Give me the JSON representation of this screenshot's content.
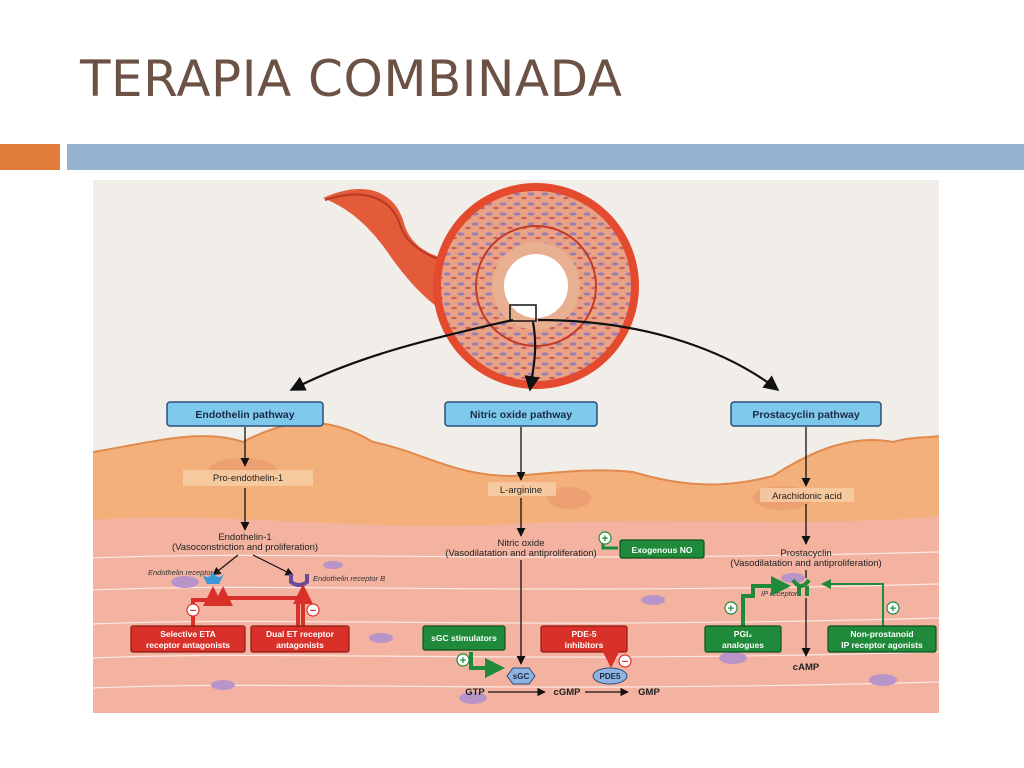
{
  "slide": {
    "title": "TERAPIA COMBINADA"
  },
  "colors": {
    "title": "#6b5245",
    "accent_orange": "#e07b39",
    "accent_blue": "#96b4d0",
    "pathway_box": "#7ec8ec",
    "drug_red": "#d9302a",
    "drug_green": "#1f8a3a"
  },
  "diagram": {
    "pathways": {
      "endothelin": {
        "title": "Endothelin pathway",
        "precursor": "Pro-endothelin-1",
        "mediator_line1": "Endothelin-1",
        "mediator_line2": "(Vasoconstriction and proliferation)",
        "receptor_a": "Endothelin receptor A",
        "receptor_b": "Endothelin receptor B",
        "drug1_line1": "Selective ETA",
        "drug1_line2": "receptor antagonists",
        "drug2_line1": "Dual ET receptor",
        "drug2_line2": "antagonists"
      },
      "nitric_oxide": {
        "title": "Nitric oxide pathway",
        "precursor": "L-arginine",
        "mediator_line1": "Nitric oxide",
        "mediator_line2": "(Vasodilatation and antiproliferation)",
        "exogenous": "Exogenous NO",
        "drug1_line1": "sGC stimulators",
        "drug2_line1": "PDE-5",
        "drug2_line2": "inhibitors",
        "enzyme1": "sGC",
        "enzyme2": "PDE5",
        "gtp": "GTP",
        "cgmp": "cGMP",
        "gmp": "GMP"
      },
      "prostacyclin": {
        "title": "Prostacyclin pathway",
        "precursor": "Arachidonic acid",
        "mediator_line1": "Prostacyclin",
        "mediator_line2": "(Vasodilatation and antiproliferation)",
        "receptor": "IP receptor",
        "drug1_line1": "PGI₂",
        "drug1_line2": "analogues",
        "drug2_line1": "Non-prostanoid",
        "drug2_line2": "IP receptor agonists",
        "camp": "cAMP"
      }
    },
    "signs": {
      "minus": "−",
      "plus": "+"
    }
  }
}
